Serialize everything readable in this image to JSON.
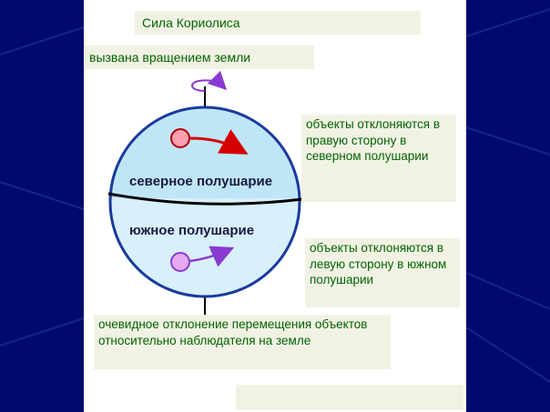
{
  "title": "Сила Кориолиса",
  "subtitle": "вызвана вращением земли",
  "north_label": "северное полушарие",
  "south_label": "южное полушарие",
  "north_note": "объекты отклоняются в правую сторону в северном полушарии",
  "south_note": "объекты отклоняются в левую сторону в южном полушарии",
  "bottom_note": "очевидное отклонение перемещения объектов относительно наблюдателя на земле",
  "colors": {
    "background": "#000a6e",
    "slide": "#ffffff",
    "globe_north": "#bfe6f7",
    "globe_south": "#d8f0fb",
    "globe_outline": "#1a3a9e",
    "north_ball": "#ff9fb0",
    "north_arrow": "#d40000",
    "south_ball": "#e6aaf5",
    "south_arrow": "#8a3ad0",
    "rotation_arrow": "#8a3ad0",
    "text_green": "#006400",
    "label_box": "#f2f2e4"
  }
}
